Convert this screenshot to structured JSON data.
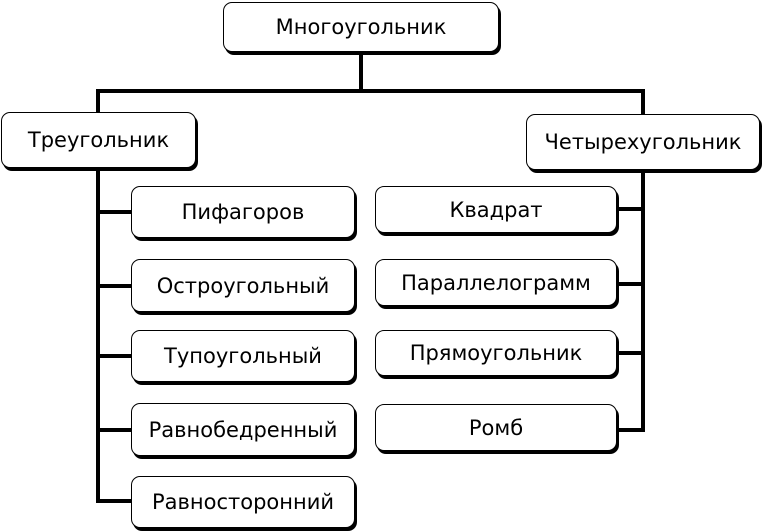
{
  "root": {
    "label": "Многоугольник"
  },
  "branches": {
    "triangle": {
      "label": "Треугольник",
      "children": [
        "Пифагоров",
        "Остроугольный",
        "Тупоугольный",
        "Равнобедренный",
        "Равносторонний"
      ]
    },
    "quadrilateral": {
      "label": "Четырехугольник",
      "children": [
        "Квадрат",
        "Параллелограмм",
        "Прямоугольник",
        "Ромб"
      ]
    }
  }
}
